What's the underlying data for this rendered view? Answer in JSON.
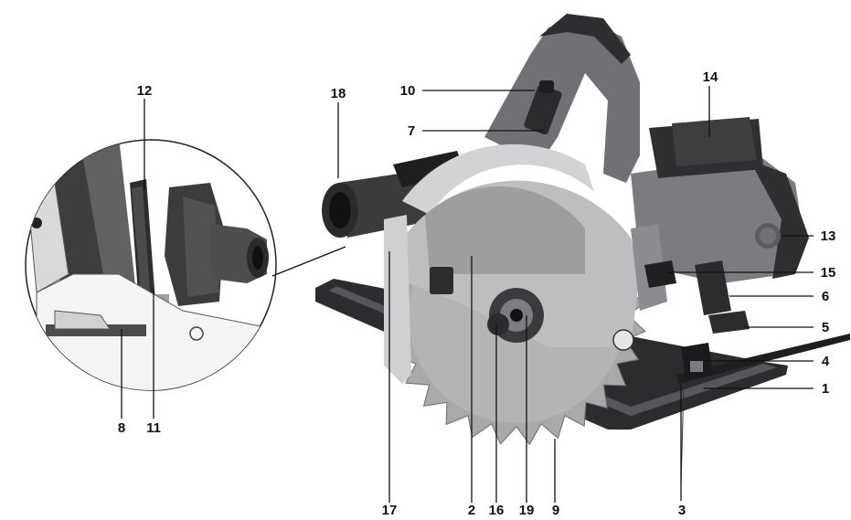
{
  "callouts": [
    {
      "id": "n1",
      "text": "1"
    },
    {
      "id": "n2",
      "text": "2"
    },
    {
      "id": "n3",
      "text": "3"
    },
    {
      "id": "n4",
      "text": "4"
    },
    {
      "id": "n5",
      "text": "5"
    },
    {
      "id": "n6",
      "text": "6"
    },
    {
      "id": "n7",
      "text": "7"
    },
    {
      "id": "n8",
      "text": "8"
    },
    {
      "id": "n9",
      "text": "9"
    },
    {
      "id": "n10",
      "text": "10"
    },
    {
      "id": "n11",
      "text": "11"
    },
    {
      "id": "n12",
      "text": "12"
    },
    {
      "id": "n13",
      "text": "13"
    },
    {
      "id": "n14",
      "text": "14"
    },
    {
      "id": "n15",
      "text": "15"
    },
    {
      "id": "n16",
      "text": "16"
    },
    {
      "id": "n17",
      "text": "17"
    },
    {
      "id": "n18",
      "text": "18"
    },
    {
      "id": "n19",
      "text": "19"
    }
  ],
  "colors": {
    "body_dark": "#3a3b3d",
    "body_mid": "#6e7073",
    "body_light": "#9a9c9f",
    "guard": "#b9babc",
    "blade": "#a7a8aa",
    "base_plate": "#2b2c2e",
    "label_text": "#111111"
  }
}
